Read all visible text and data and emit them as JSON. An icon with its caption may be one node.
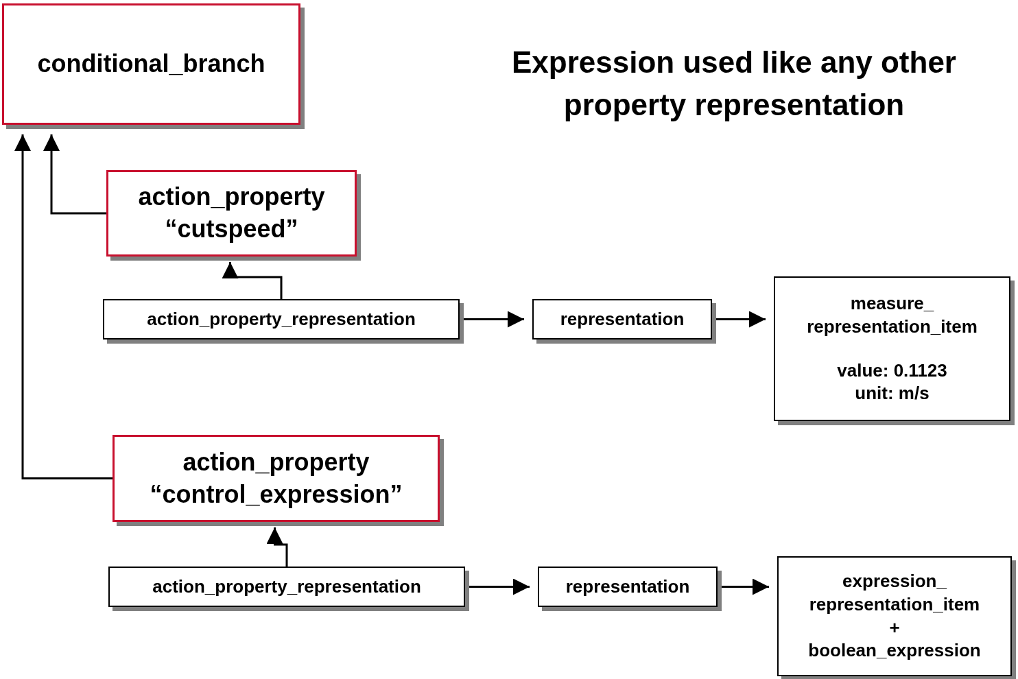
{
  "diagram": {
    "title": "Expression used like any other property representation",
    "nodes": [
      {
        "text": [
          "conditional_branch"
        ]
      },
      {
        "text": [
          "action_property “cutspeed”"
        ]
      },
      {
        "text": [
          "action_property_representation"
        ]
      },
      {
        "text": [
          "representation"
        ]
      },
      {
        "text": [
          "measure_ representation_item",
          "value: 0.1123 unit: m/s"
        ]
      },
      {
        "text": [
          "action_property “control_expression”"
        ]
      },
      {
        "text": [
          "action_property_representation"
        ]
      },
      {
        "text": [
          "representation"
        ]
      },
      {
        "text": [
          "expression_ representation_item + boolean_expression"
        ]
      }
    ],
    "edges": [
      {
        "from": 1,
        "to": 0,
        "arrow": "to"
      },
      {
        "from": 5,
        "to": 0,
        "arrow": "to"
      },
      {
        "from": 2,
        "to": 1,
        "arrow": "to"
      },
      {
        "from": 2,
        "to": 3,
        "arrow": "to"
      },
      {
        "from": 3,
        "to": 4,
        "arrow": "to"
      },
      {
        "from": 6,
        "to": 5,
        "arrow": "to"
      },
      {
        "from": 6,
        "to": 7,
        "arrow": "to"
      },
      {
        "from": 7,
        "to": 8,
        "arrow": "to"
      }
    ]
  }
}
